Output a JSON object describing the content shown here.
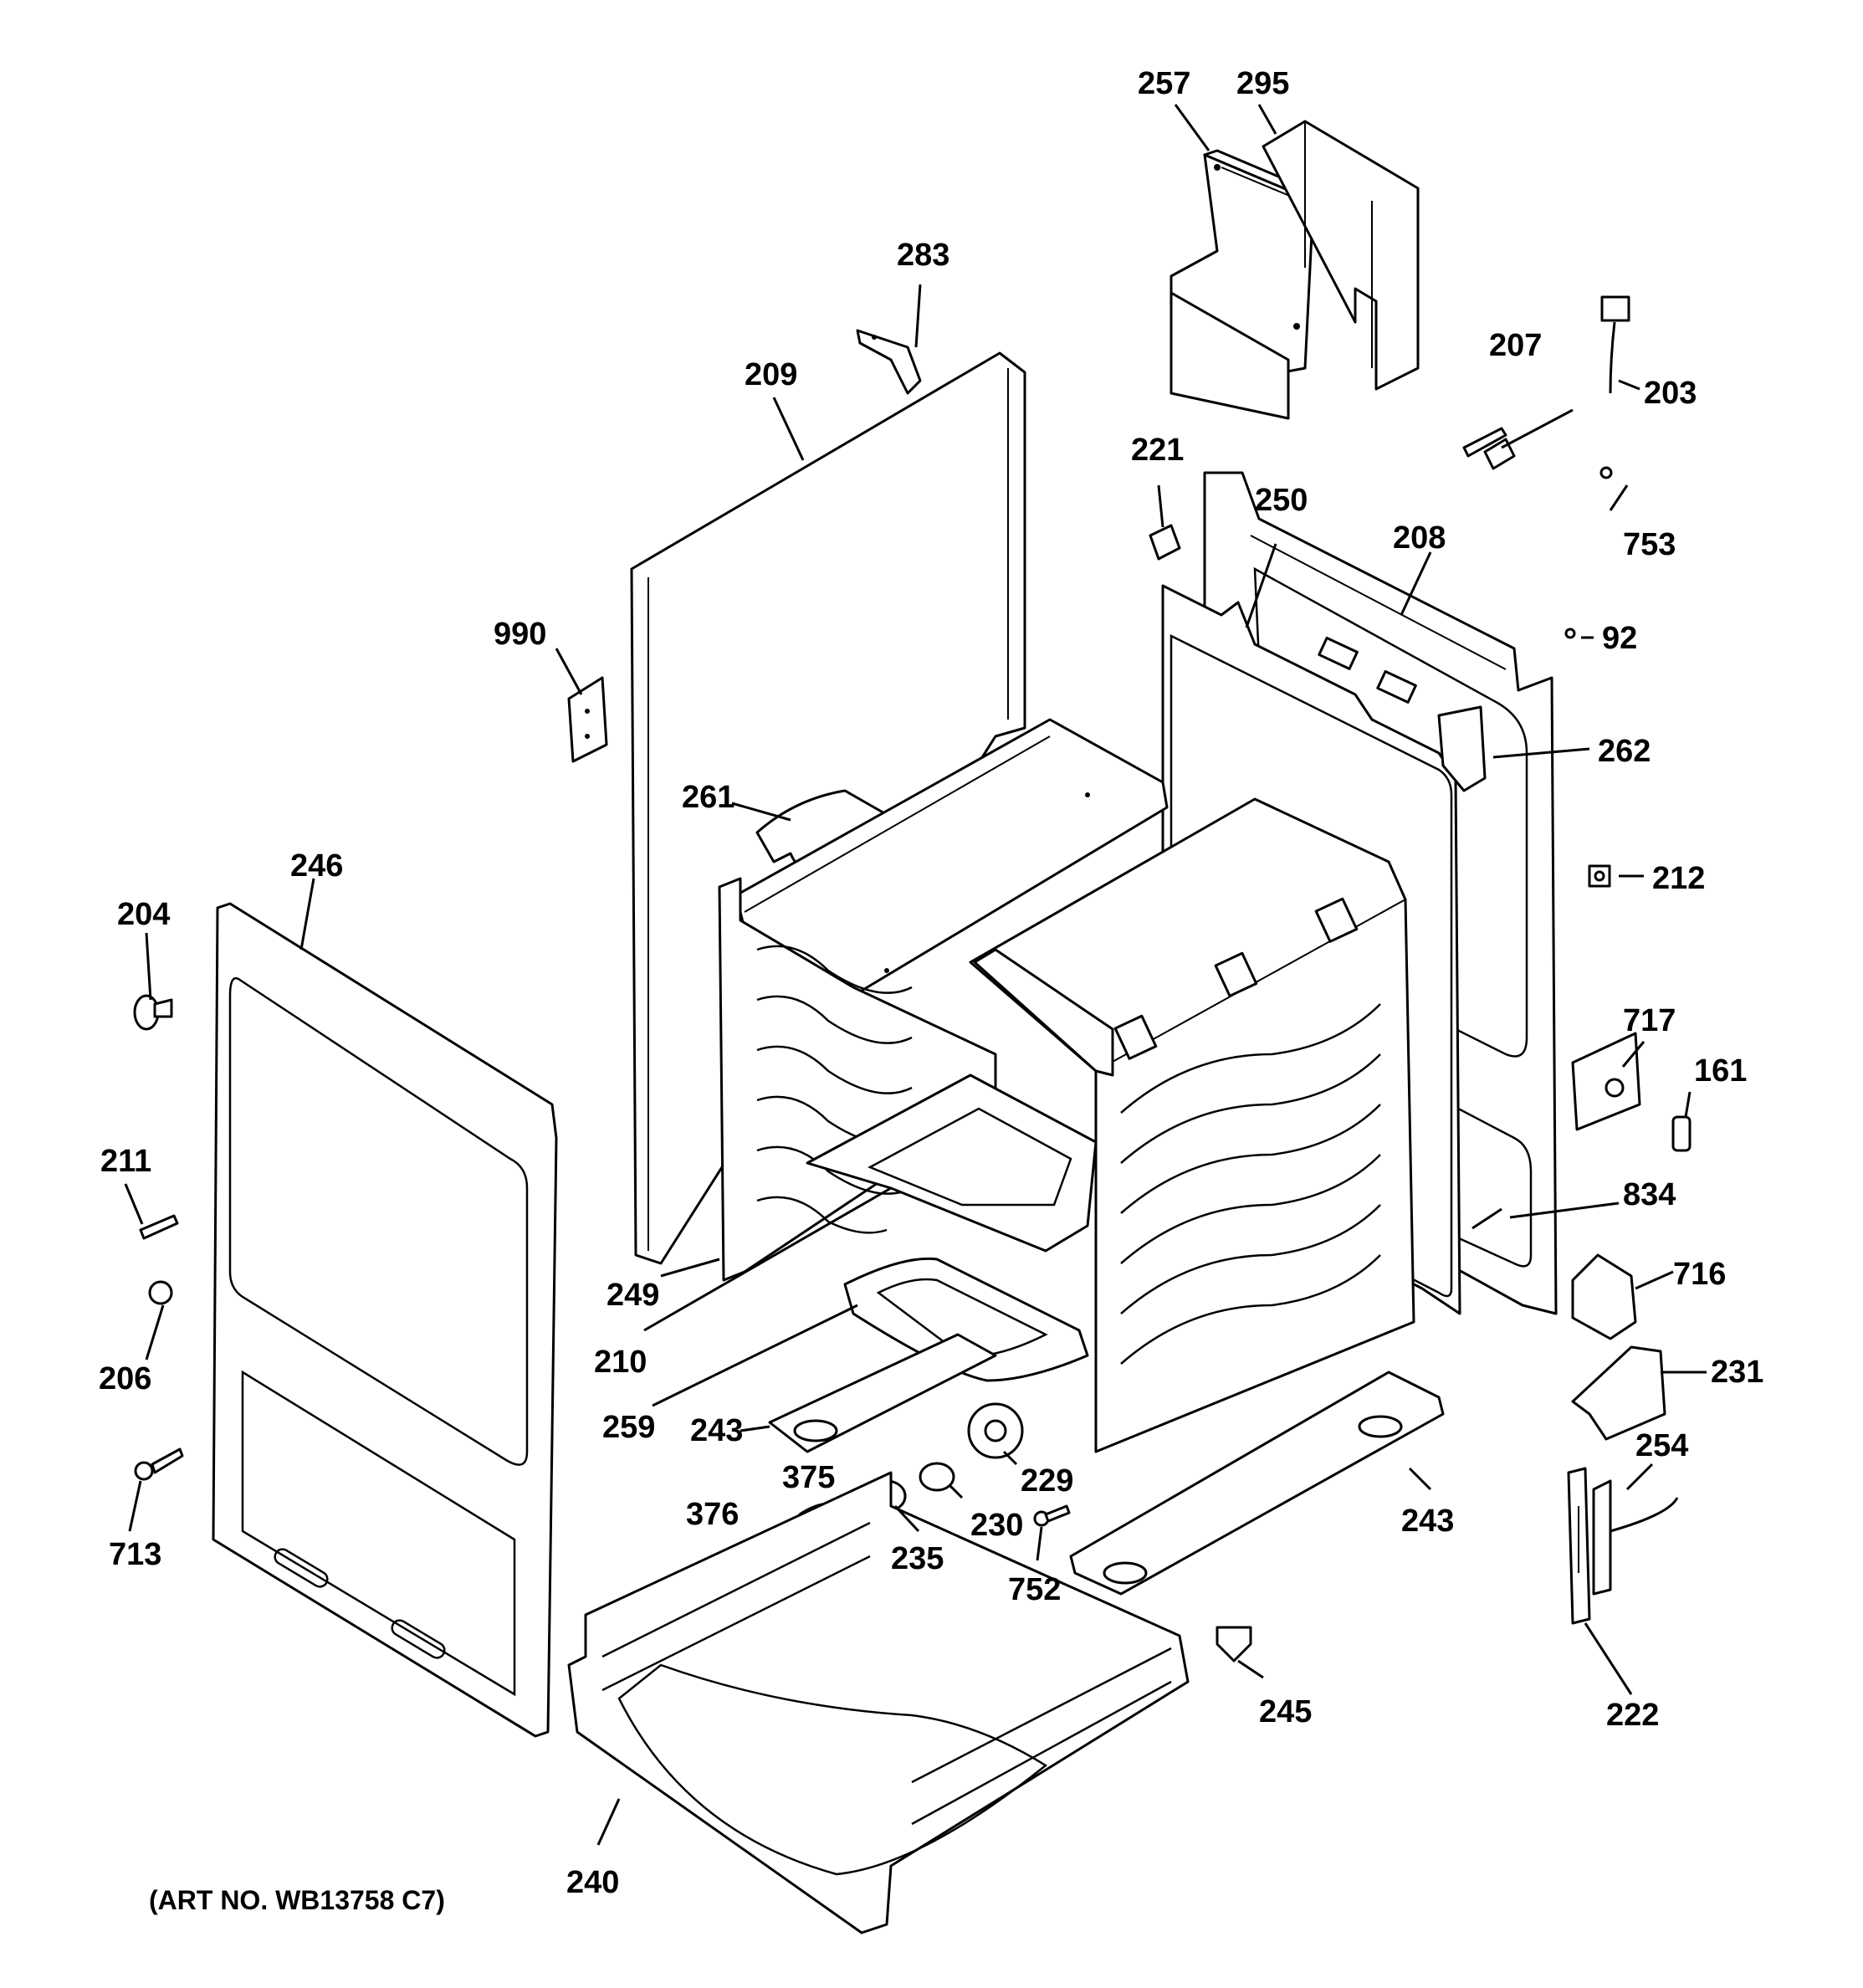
{
  "diagram": {
    "labels": {
      "p257": "257",
      "p295": "295",
      "p283": "283",
      "p209": "209",
      "p207": "207",
      "p203": "203",
      "p221": "221",
      "p250": "250",
      "p208": "208",
      "p753": "753",
      "p92": "92",
      "p990": "990",
      "p262": "262",
      "p261": "261",
      "p246": "246",
      "p212": "212",
      "p204": "204",
      "p717": "717",
      "p161": "161",
      "p211": "211",
      "p834": "834",
      "p716": "716",
      "p249": "249",
      "p206": "206",
      "p210": "210",
      "p231": "231",
      "p259": "259",
      "p243a": "243",
      "p375": "375",
      "p229": "229",
      "p254": "254",
      "p376": "376",
      "p230": "230",
      "p243b": "243",
      "p713": "713",
      "p235": "235",
      "p752": "752",
      "p245": "245",
      "p222": "222",
      "p240": "240"
    },
    "art_number": "(ART NO. WB13758 C7)"
  }
}
